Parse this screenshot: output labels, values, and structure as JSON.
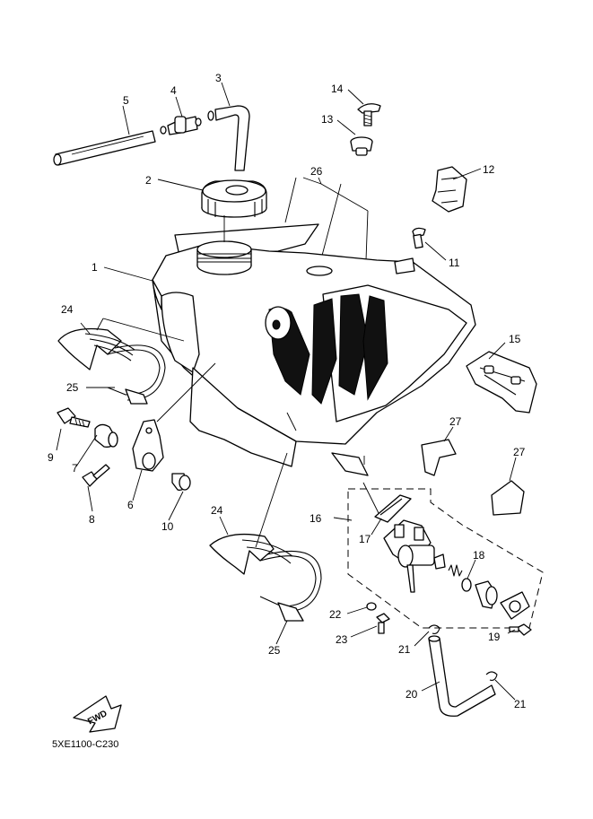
{
  "callouts": {
    "c1": "1",
    "c2": "2",
    "c3": "3",
    "c4": "4",
    "c5": "5",
    "c6": "6",
    "c7": "7",
    "c8": "8",
    "c9": "9",
    "c10": "10",
    "c11": "11",
    "c12": "12",
    "c13": "13",
    "c14": "14",
    "c15": "15",
    "c16": "16",
    "c17": "17",
    "c18": "18",
    "c19": "19",
    "c20": "20",
    "c21a": "21",
    "c21b": "21",
    "c22": "22",
    "c23": "23",
    "c24a": "24",
    "c24b": "24",
    "c25a": "25",
    "c25b": "25",
    "c26": "26",
    "c27a": "27",
    "c27b": "27"
  },
  "fwd_label": "FWD",
  "diagram_code": "5XE1100-C230"
}
